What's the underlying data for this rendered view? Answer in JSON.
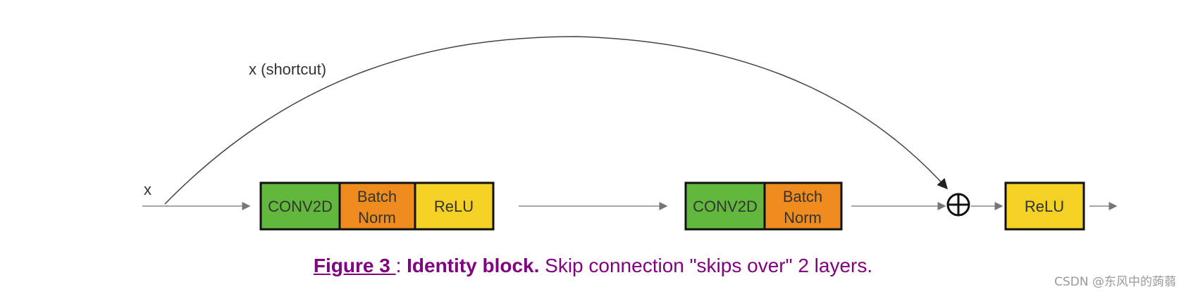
{
  "labels": {
    "input": "x",
    "shortcut": "x (shortcut)"
  },
  "blocks": {
    "conv1": "CONV2D",
    "bn1_line1": "Batch",
    "bn1_line2": "Norm",
    "relu1": "ReLU",
    "conv2": "CONV2D",
    "bn2_line1": "Batch",
    "bn2_line2": "Norm",
    "relu_out": "ReLU"
  },
  "colors": {
    "conv": "#62b83c",
    "batch_norm": "#ef8c1d",
    "relu": "#f4d125",
    "caption": "#800080",
    "line": "#555555"
  },
  "caption": {
    "figure_link": "Figure 3 ",
    "separator": ": ",
    "title": "Identity block.",
    "description": " Skip connection \"skips over\" 2 layers."
  },
  "watermark": "CSDN @东风中的蒟蒻"
}
